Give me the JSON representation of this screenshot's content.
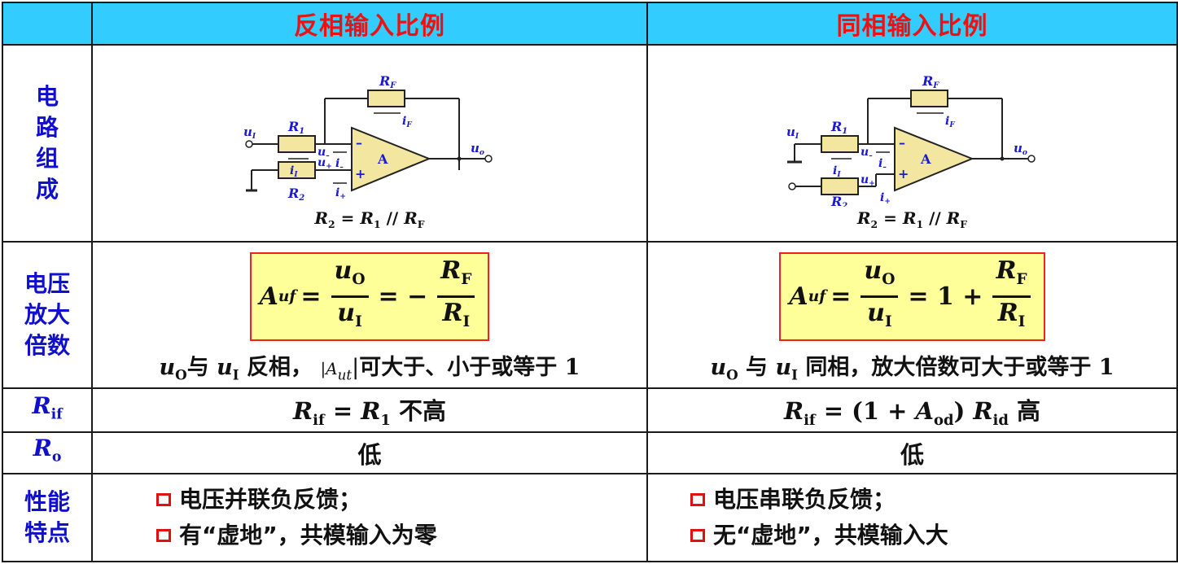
{
  "header": {
    "left_title": "反相输入比例",
    "right_title": "同相输入比例"
  },
  "rows": {
    "circuit": {
      "label": [
        "电",
        "路",
        "组",
        "成"
      ]
    },
    "gain": {
      "label": [
        "电压",
        "放大",
        "倍数"
      ]
    },
    "rif": {
      "label_main": "R",
      "label_sub": "if"
    },
    "ro": {
      "label_main": "R",
      "label_sub": "o"
    },
    "features": {
      "label": [
        "性能",
        "特点"
      ]
    }
  },
  "circuit_labels": {
    "RF": "R",
    "RF_sub": "F",
    "iF": "i",
    "iF_sub": "F",
    "R1": "R",
    "R1_sub": "1",
    "R2": "R",
    "R2_sub": "2",
    "uI": "u",
    "uI_sub": "I",
    "uminus": "u",
    "uminus_sub": "–",
    "uplus": "u",
    "uplus_sub": "+",
    "iminus": "i",
    "iminus_sub": "–",
    "iplus": "i",
    "iplus_sub": "+",
    "i1": "i",
    "i1_sub": "I",
    "uo": "u",
    "uo_sub": "o",
    "amp": "A",
    "minus": "–",
    "plus": "+"
  },
  "inverting": {
    "caption": {
      "a": "R",
      "a_sub": "2",
      "eq": " = ",
      "b": "R",
      "b_sub": "1",
      "par": " // ",
      "c": "R",
      "c_sub": "F"
    },
    "formula": {
      "lhs": "A",
      "lhs_sub": "uf",
      "eq": "=",
      "num": "u",
      "num_sub": "O",
      "den": "u",
      "den_sub": "I",
      "eq2": "= −",
      "num2": "R",
      "num2_sub": "F",
      "den2": "R",
      "den2_sub": "I"
    },
    "desc": {
      "u1": "u",
      "u1_sub": "O",
      "t1": "与 ",
      "u2": "u",
      "u2_sub": "I",
      "t2": " 反相，",
      "abs": "|A",
      "abs_sub": "ut",
      "abs_end": "|",
      "t3": "可大于、小于或等于 ",
      "one": "1"
    },
    "rif": {
      "lhs": "R",
      "lhs_sub": "if",
      "eq": " = ",
      "rhs": "R",
      "rhs_sub": "1",
      "tail": " 不高"
    },
    "ro": "低",
    "features": [
      "电压并联负反馈；",
      "有“虚地”，共模输入为零"
    ]
  },
  "noninverting": {
    "caption": {
      "a": "R",
      "a_sub": "2",
      "eq": " = ",
      "b": "R",
      "b_sub": "1",
      "par": " // ",
      "c": "R",
      "c_sub": "F"
    },
    "formula": {
      "lhs": "A",
      "lhs_sub": "uf",
      "eq": "=",
      "num": "u",
      "num_sub": "O",
      "den": "u",
      "den_sub": "I",
      "eq2": "= 1 +",
      "num2": "R",
      "num2_sub": "F",
      "den2": "R",
      "den2_sub": "I"
    },
    "desc": {
      "u1": "u",
      "u1_sub": "O",
      "t1": " 与 ",
      "u2": "u",
      "u2_sub": "I",
      "t2": " 同相，放大倍数可大于或等于 ",
      "one": "1"
    },
    "rif": {
      "lhs": "R",
      "lhs_sub": "if",
      "eq": " = (1 + ",
      "mid": "A",
      "mid_sub": "od",
      "close": ") ",
      "rhs": "R",
      "rhs_sub": "id",
      "tail": "  高"
    },
    "ro": "低",
    "features": [
      "电压串联负反馈；",
      "无“虚地”，共模输入大"
    ]
  },
  "colors": {
    "header_bg": "#33ccff",
    "header_text": "#ee1111",
    "label_text": "#1010cc",
    "formula_bg": "#ffff99",
    "formula_border": "#ee2222",
    "opamp_fill": "#f2e6a0",
    "resistor_fill": "#f2e6a0",
    "bullet": "#e01010"
  }
}
